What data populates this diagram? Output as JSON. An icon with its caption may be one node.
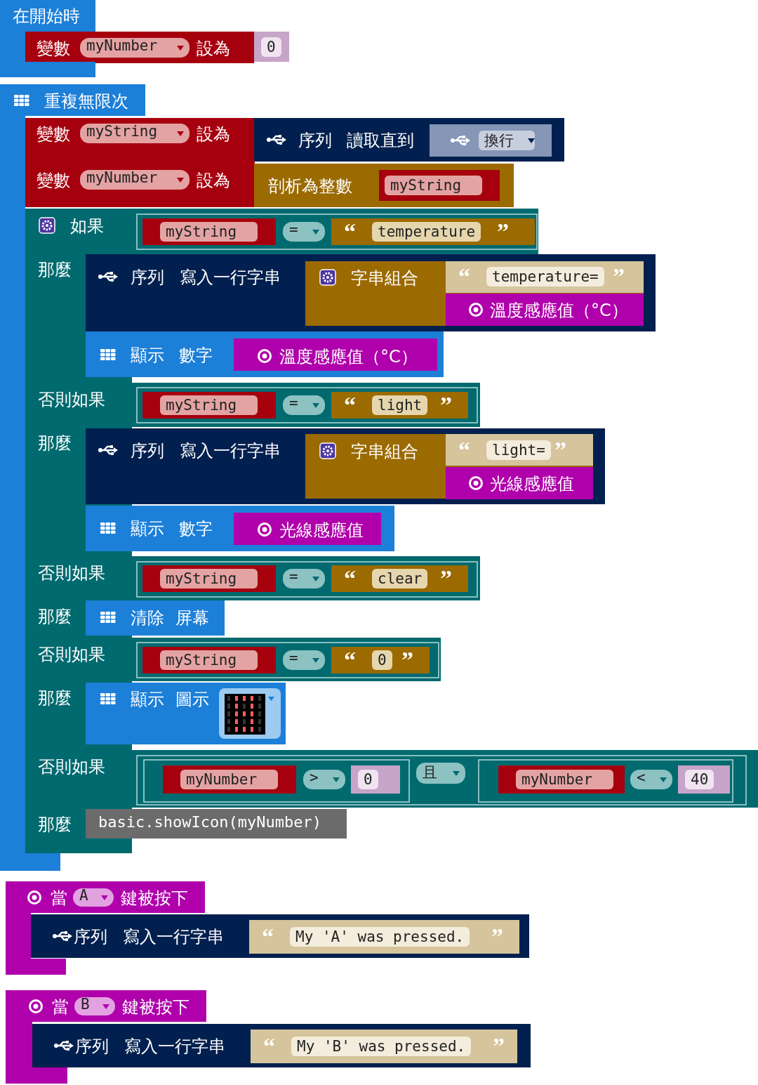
{
  "diagram": {
    "nodes": [
      {
        "text": [
          "在開始時"
        ]
      },
      {
        "text": [
          "變數",
          "設為"
        ]
      },
      {
        "text": [
          "myNumber"
        ],
        "in": 1
      },
      {
        "text": [
          "0"
        ]
      },
      {
        "text": [
          "重複無限次"
        ]
      },
      {
        "text": [
          "變數",
          "設為"
        ]
      },
      {
        "text": [
          "myString"
        ],
        "in": 5
      },
      {
        "text": [
          "序列",
          "讀取直到"
        ]
      },
      {
        "text": [
          "換行"
        ],
        "in": 7
      },
      {
        "text": [
          "變數",
          "設為"
        ]
      },
      {
        "text": [
          "myNumber"
        ],
        "in": 9
      },
      {
        "text": [
          "剖析為整數"
        ]
      },
      {
        "text": [
          "myString"
        ],
        "in": 11
      },
      {
        "text": [
          "如果",
          "那麼",
          "否則如果",
          "那麼",
          "否則如果",
          "那麼",
          "否則如果",
          "那麼",
          "否則如果",
          "那麼"
        ]
      },
      {
        "text": [],
        "shape": "box",
        "in": 13
      },
      {
        "text": [
          "myString"
        ],
        "in": 14
      },
      {
        "text": [
          "="
        ],
        "in": 14
      },
      {
        "text": [
          "“",
          "temperature",
          "”"
        ],
        "in": 14
      },
      {
        "text": [
          "序列",
          "寫入一行字串"
        ],
        "in": 13
      },
      {
        "text": [
          "字串組合"
        ],
        "in": 18
      },
      {
        "text": [
          "“",
          "temperature=",
          "”"
        ],
        "in": 19
      },
      {
        "text": [
          "溫度感應值（°C）"
        ],
        "in": 19
      },
      {
        "text": [
          "顯示",
          "數字"
        ],
        "in": 13
      },
      {
        "text": [
          "溫度感應值（°C）"
        ],
        "in": 22
      },
      {
        "text": [],
        "shape": "box",
        "in": 13
      },
      {
        "text": [
          "myString"
        ],
        "in": 24
      },
      {
        "text": [
          "="
        ],
        "in": 24
      },
      {
        "text": [
          "“",
          "light",
          "”"
        ],
        "in": 24
      },
      {
        "text": [
          "序列",
          "寫入一行字串"
        ],
        "in": 13
      },
      {
        "text": [
          "字串組合"
        ],
        "in": 28
      },
      {
        "text": [
          "“",
          "light=",
          "”"
        ],
        "in": 29
      },
      {
        "text": [
          "光線感應值"
        ],
        "in": 29
      },
      {
        "text": [
          "顯示",
          "數字"
        ],
        "in": 13
      },
      {
        "text": [
          "光線感應值"
        ],
        "in": 32
      },
      {
        "text": [],
        "shape": "box",
        "in": 13
      },
      {
        "text": [
          "myString"
        ],
        "in": 34
      },
      {
        "text": [
          "="
        ],
        "in": 34
      },
      {
        "text": [
          "“",
          "clear",
          "”"
        ],
        "in": 34
      },
      {
        "text": [
          "清除",
          "屏幕"
        ],
        "in": 13
      },
      {
        "text": [],
        "shape": "box",
        "in": 13
      },
      {
        "text": [
          "myString"
        ],
        "in": 39
      },
      {
        "text": [
          "="
        ],
        "in": 39
      },
      {
        "text": [
          "“",
          "0",
          "”"
        ],
        "in": 39
      },
      {
        "text": [
          "顯示",
          "圖示"
        ],
        "in": 13
      },
      {
        "text": [],
        "shape": "box",
        "in": 13
      },
      {
        "text": [],
        "shape": "box",
        "in": 44
      },
      {
        "text": [
          "myNumber"
        ],
        "in": 45
      },
      {
        "text": [
          ">"
        ],
        "in": 45
      },
      {
        "text": [
          "0"
        ],
        "in": 45
      },
      {
        "text": [
          "且"
        ],
        "in": 44
      },
      {
        "text": [],
        "shape": "box",
        "in": 44
      },
      {
        "text": [
          "myNumber"
        ],
        "in": 50
      },
      {
        "text": [
          "<"
        ],
        "in": 50
      },
      {
        "text": [
          "40"
        ],
        "in": 50
      },
      {
        "text": [
          "basic.showIcon(myNumber)"
        ],
        "in": 13
      },
      {
        "text": [
          "當",
          "鍵被按下"
        ]
      },
      {
        "text": [
          "A"
        ],
        "in": 55
      },
      {
        "text": [
          "序列",
          "寫入一行字串"
        ]
      },
      {
        "text": [
          "“",
          "My 'A' was pressed.",
          "”"
        ],
        "in": 57
      },
      {
        "text": [
          "當",
          "鍵被按下"
        ]
      },
      {
        "text": [
          "B"
        ],
        "in": 59
      },
      {
        "text": [
          "序列",
          "寫入一行字串"
        ]
      },
      {
        "text": [
          "“",
          "My 'B' was pressed.",
          "”"
        ],
        "in": 61
      },
      {
        "text": [],
        "shape": "bar"
      },
      {
        "text": [],
        "shape": "bar"
      },
      {
        "text": [],
        "shape": "bar"
      },
      {
        "text": [],
        "shape": "bar"
      },
      {
        "text": [],
        "shape": "bar"
      },
      {
        "text": [],
        "shape": "bar"
      },
      {
        "text": [],
        "shape": "bar"
      },
      {
        "text": [],
        "shape": "bar"
      }
    ]
  }
}
